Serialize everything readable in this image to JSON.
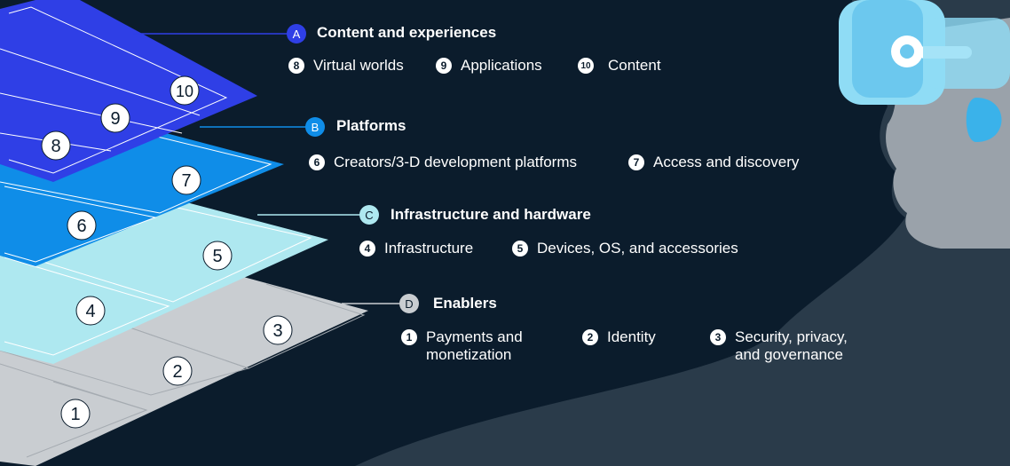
{
  "colors": {
    "background": "#0b1c2c",
    "silhouette": "#2a3b4a",
    "layer_a": "#2f3fe6",
    "layer_b": "#0f8de8",
    "layer_c": "#aee8f0",
    "layer_d": "#c9cdd1",
    "headset": "#7fd4f2"
  },
  "layers": [
    {
      "letter": "A",
      "title": "Content and experiences",
      "items": [
        {
          "num": "8",
          "label": "Virtual worlds"
        },
        {
          "num": "9",
          "label": "Applications"
        },
        {
          "num": "10",
          "label": "Content"
        }
      ]
    },
    {
      "letter": "B",
      "title": "Platforms",
      "items": [
        {
          "num": "6",
          "label": "Creators/3-D development platforms"
        },
        {
          "num": "7",
          "label": "Access and discovery"
        }
      ]
    },
    {
      "letter": "C",
      "title": "Infrastructure and hardware",
      "items": [
        {
          "num": "4",
          "label": "Infrastructure"
        },
        {
          "num": "5",
          "label": "Devices, OS, and accessories"
        }
      ]
    },
    {
      "letter": "D",
      "title": "Enablers",
      "items": [
        {
          "num": "1",
          "label": "Payments and\nmonetization"
        },
        {
          "num": "2",
          "label": "Identity"
        },
        {
          "num": "3",
          "label": "Security, privacy,\nand governance"
        }
      ]
    }
  ],
  "stack_numbers": [
    "1",
    "2",
    "3",
    "4",
    "5",
    "6",
    "7",
    "8",
    "9",
    "10"
  ]
}
